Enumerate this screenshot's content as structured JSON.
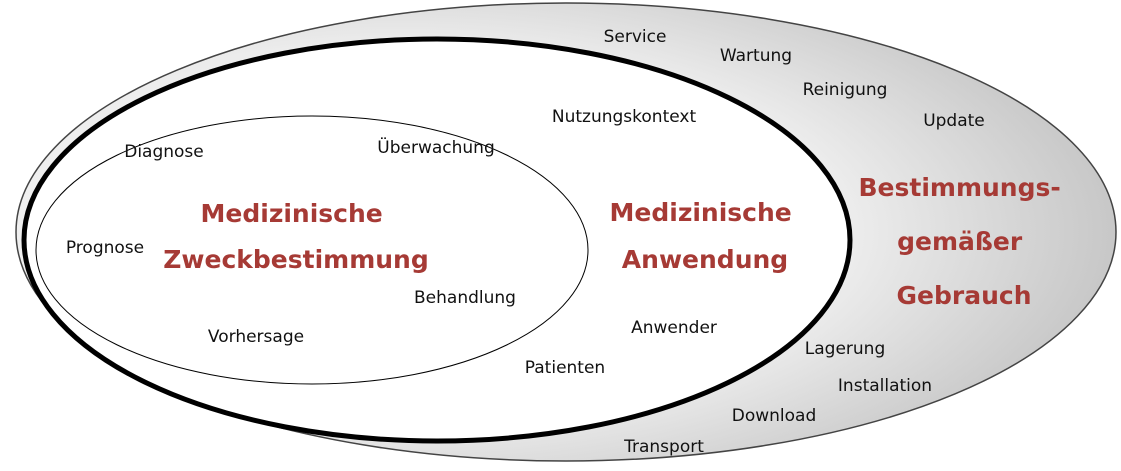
{
  "colors": {
    "heading": "#a63a35",
    "text": "#111111",
    "outline": "#000000",
    "gradient_light": "#ffffff",
    "gradient_dark": "#b8b8b8"
  },
  "regions": {
    "inner": {
      "heading_lines": [
        "Medizinische",
        "Zweckbestimmung"
      ],
      "labels": [
        "Diagnose",
        "Überwachung",
        "Prognose",
        "Behandlung",
        "Vorhersage"
      ]
    },
    "middle": {
      "heading_lines": [
        "Medizinische",
        "Anwendung"
      ],
      "labels": [
        "Nutzungskontext",
        "Anwender",
        "Patienten"
      ]
    },
    "outer": {
      "heading_lines": [
        "Bestimmungs-",
        "gemäßer",
        "Gebrauch"
      ],
      "labels": [
        "Service",
        "Wartung",
        "Reinigung",
        "Update",
        "Lagerung",
        "Installation",
        "Download",
        "Transport"
      ]
    }
  }
}
